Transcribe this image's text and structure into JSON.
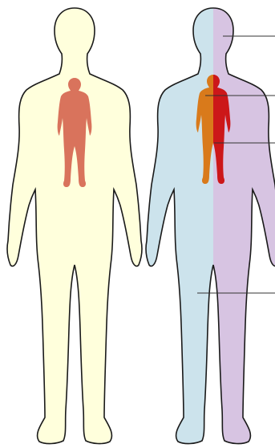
{
  "figures": [
    {
      "id": "left-body",
      "skin_color": "#FFFFDC",
      "inner_color": "#D9735C"
    },
    {
      "id": "right-body",
      "left_half_color": "#CCE3EC",
      "right_half_color": "#D7C4E2",
      "inner_left_color": "#D97A1B",
      "inner_right_color": "#CC1719"
    }
  ],
  "outline_color": "#1a1a1a",
  "leader_line_color": "#333333",
  "leader_lines_count": 4
}
